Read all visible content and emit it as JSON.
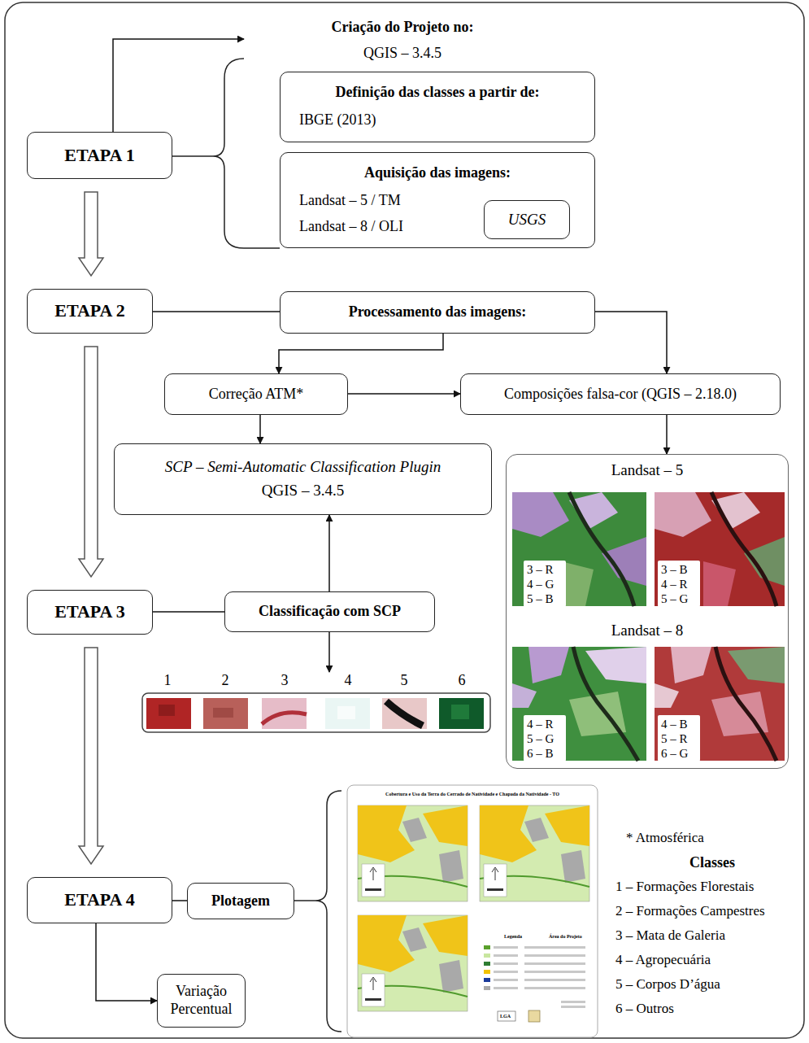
{
  "diagram": {
    "nodes": [
      {
        "text": [
          "Criação do Projeto no:",
          "QGIS – 3.4.5"
        ]
      },
      {
        "text": [
          "ETAPA 1"
        ]
      },
      {
        "text": [
          "Definição das classes a partir de:",
          "IBGE (2013)"
        ]
      },
      {
        "text": [
          "Aquisição das imagens:",
          "Landsat – 5 / TM",
          "Landsat – 8 / OLI"
        ]
      },
      {
        "text": [
          "USGS"
        ],
        "in": 3
      },
      {
        "text": [
          "ETAPA 2"
        ]
      },
      {
        "text": [
          "Processamento das imagens:"
        ]
      },
      {
        "text": [
          "Correção ATM*"
        ]
      },
      {
        "text": [
          "Composições falsa-cor (QGIS – 2.18.0)"
        ]
      },
      {
        "text": [
          "SCP – Semi-Automatic Classification Plugin",
          "QGIS – 3.4.5"
        ]
      },
      {
        "text": [
          "Landsat – 5",
          "Landsat – 8"
        ]
      },
      {
        "text": [
          "3 – R",
          "4 – G",
          "5 – B"
        ],
        "in": 10
      },
      {
        "text": [
          "3 – B",
          "4 – R",
          "5 – G"
        ],
        "in": 10
      },
      {
        "text": [
          "4 – R",
          "5 – G",
          "6 – B"
        ],
        "in": 10
      },
      {
        "text": [
          "4 – B",
          "5 – R",
          "6 – G"
        ],
        "in": 10
      },
      {
        "text": [
          "ETAPA 3"
        ]
      },
      {
        "text": [
          "Classificação com SCP"
        ]
      },
      {
        "text": [
          "1",
          "2",
          "3",
          "4",
          "5",
          "6"
        ]
      },
      {
        "text": [
          "ETAPA 4"
        ]
      },
      {
        "text": [
          "Plotagem"
        ]
      },
      {
        "text": [
          "Variação Percentual"
        ]
      }
    ],
    "edges": [
      {
        "from": 1,
        "to": 0,
        "arrow": "to"
      },
      {
        "from": 1,
        "to": 5,
        "arrow": "to"
      },
      {
        "from": 5,
        "to": 6,
        "arrow": "none"
      },
      {
        "from": 6,
        "to": 7,
        "arrow": "to"
      },
      {
        "from": 6,
        "to": 8,
        "arrow": "to"
      },
      {
        "from": 7,
        "to": 8,
        "arrow": "to"
      },
      {
        "from": 7,
        "to": 9,
        "arrow": "to"
      },
      {
        "from": 8,
        "to": 10,
        "arrow": "to"
      },
      {
        "from": 5,
        "to": 15,
        "arrow": "to"
      },
      {
        "from": 15,
        "to": 16,
        "arrow": "none"
      },
      {
        "from": 16,
        "to": 9,
        "arrow": "to"
      },
      {
        "from": 16,
        "to": 17,
        "arrow": "to"
      },
      {
        "from": 15,
        "to": 18,
        "arrow": "to"
      },
      {
        "from": 18,
        "to": 19,
        "arrow": "none"
      },
      {
        "from": 18,
        "to": 20,
        "arrow": "to"
      }
    ],
    "labels": [
      "* Atmosférica",
      "Classes",
      "1 – Formações Florestais",
      "2 – Formações Campestres",
      "3 – Mata de Galeria",
      "4 – Agropecuária",
      "5 – Corpos D’água",
      "6 – Outros",
      "Cobertura e Uso da Terra do Cerrado de Natividade e Chapada da Natividade - TO",
      "Legenda",
      "Área do Projeto",
      "LGA"
    ]
  }
}
